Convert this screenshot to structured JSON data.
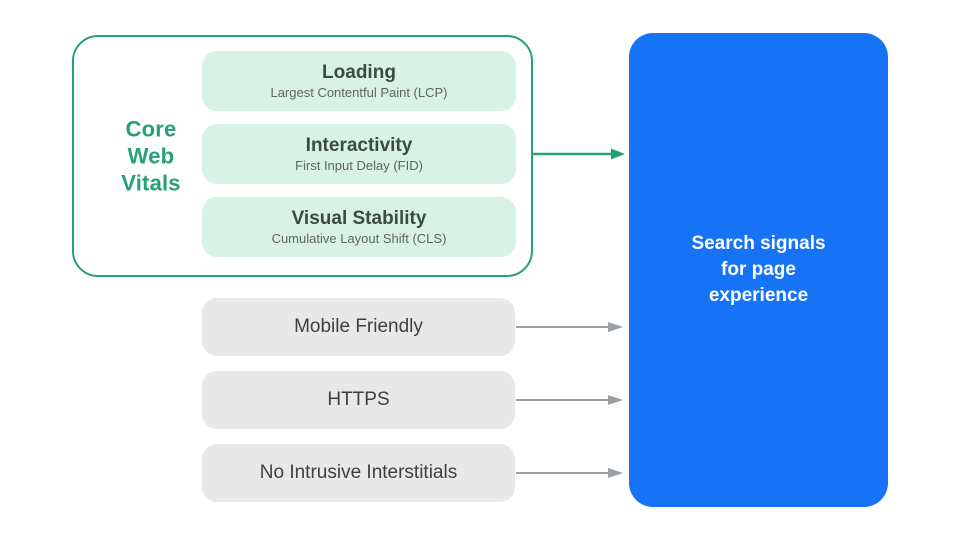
{
  "colors": {
    "green": "#26a172",
    "mint": "#d8f2e5",
    "blue": "#1673f5",
    "pill_gray": "#e8e8e8",
    "metric_text": "#3b4a45",
    "signal_text": "#3c4043",
    "subtitle_gray": "#5f6368",
    "arrow_gray": "#9aa0a6",
    "result_text": "#ffffff"
  },
  "core_web_vitals": {
    "label": "Core\nWeb\nVitals",
    "items": [
      {
        "title": "Loading",
        "subtitle": "Largest Contentful Paint (LCP)"
      },
      {
        "title": "Interactivity",
        "subtitle": "First Input Delay (FID)"
      },
      {
        "title": "Visual Stability",
        "subtitle": "Cumulative Layout Shift (CLS)"
      }
    ]
  },
  "other_signals": [
    {
      "label": "Mobile Friendly"
    },
    {
      "label": "HTTPS"
    },
    {
      "label": "No Intrusive Interstitials"
    }
  ],
  "result": {
    "label": "Search signals\nfor page\nexperience"
  }
}
